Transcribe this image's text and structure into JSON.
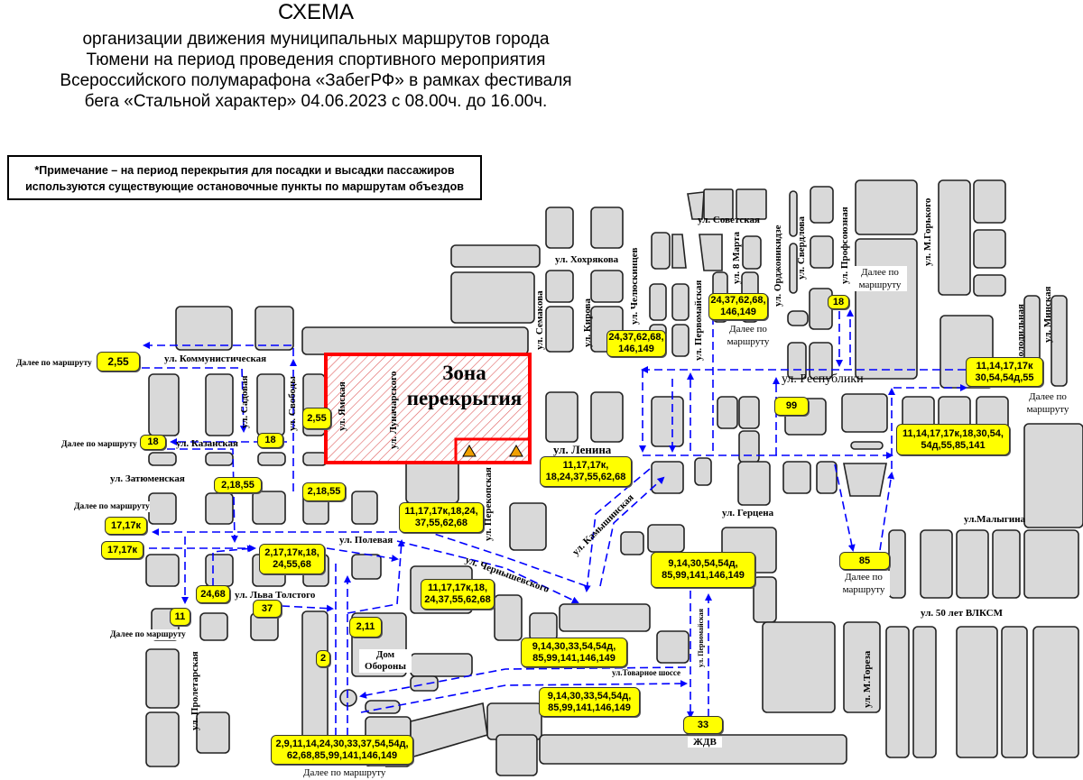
{
  "title": {
    "heading": "СХЕМА",
    "lines": [
      "организации движения муниципальных маршрутов города",
      "Тюмени на период проведения спортивного мероприятия",
      "Всероссийского полумарафона «ЗабегРФ» в рамках фестиваля",
      "бега «Стальной характер» 04.06.2023 с 08.00ч. до 16.00ч."
    ]
  },
  "note": {
    "line1": "*Примечание – на период перекрытия для посадки и высадки пассажиров",
    "line2": "используются существующие остановочные пункты по маршрутам объездов"
  },
  "zone": {
    "label": "Зона\nперекрытия"
  },
  "landmark": {
    "dom_oborony": "Дом\nОбороны"
  },
  "streets": {
    "kommunisticheskaya": "ул. Коммунистическая",
    "kazanskaya": "ул. Казанская",
    "zatyumenskaya": "ул. Затюменская",
    "polevaya": "ул. Полевая",
    "lva_tolstogo": "ул. Льва Толстого",
    "sadovaya": "ул. Садовая",
    "svobody": "ул. Свободы",
    "yamskaya": "ул. Ямская",
    "lunacharskogo": "ул. Луначарского",
    "perekopskaya": "ул. Перекопская",
    "chernyshevskogo": "ул. Чернышевского",
    "kamyshinskaya": "ул. Камышинская",
    "proletarskaya": "ул. Пролетарская",
    "hohryakova": "ул. Хохрякова",
    "semakova": "ул. Семакова",
    "kirova": "ул. Кирова",
    "chelyuskintsev": "ул. Челюскинцев",
    "pervomayskaya": "ул. Первомайская",
    "sovetskaya": "ул. Советская",
    "marta8": "ул. 8 Марта",
    "ordzhonikidze": "ул. Орджоникидзе",
    "sverdlova": "ул. Свердлова",
    "profsoyuznaya": "ул. Профсоюзная",
    "m_gorkogo": "ул. М.Горького",
    "holodilnaya": "ул. Холодильная",
    "minskaya": "ул. Минская",
    "respubliki": "ул. Республики",
    "lenina": "ул. Ленина",
    "gertsena": "ул. Герцена",
    "malygina": "ул.Малыгина",
    "vlksm": "ул. 50 лет ВЛКСМ",
    "m_toreza": "ул. М.Тореза",
    "pervomayskaya_low": "ул. Первомайская",
    "tovarnoe": "ул.Товарное шоссе",
    "zhdv": "ЖДВ"
  },
  "continue_labels": {
    "text": "Далее по маршруту",
    "text_two_line": "Далее по\nмаршруту"
  },
  "routes": [
    "2,55",
    "2,55",
    "18",
    "18",
    "2,18,55",
    "2,18,55",
    "17,17к",
    "17,17к",
    "2,17,17к,18,\n24,55,68",
    "24,68",
    "37",
    "11",
    "2,11",
    "2",
    "11,17,17к,18,24,\n37,55,62,68",
    "11,17,17к,18,\n24,37,55,62,68",
    "11,17,17к,\n18,24,37,55,62,68",
    "24,37,62,68,\n146,149",
    "24,37,62,68,\n146,149",
    "18",
    "99",
    "11,14,17,17к\n30,54,54д,55",
    "11,14,17,17к,18,30,54,\n54д,55,85,141",
    "9,14,30,54,54д,\n85,99,141,146,149",
    "85",
    "9,14,30,33,54,54д,\n85,99,141,146,149",
    "9,14,30,33,54,54д,\n85,99,141,146,149",
    "33",
    "2,9,11,14,24,30,33,37,54,54д,\n62,68,85,99,141,146,149"
  ],
  "colors": {
    "route": "#0000ff",
    "badge": "#ffff00",
    "zone": "#ff0000",
    "block": "#d9d9d9"
  }
}
